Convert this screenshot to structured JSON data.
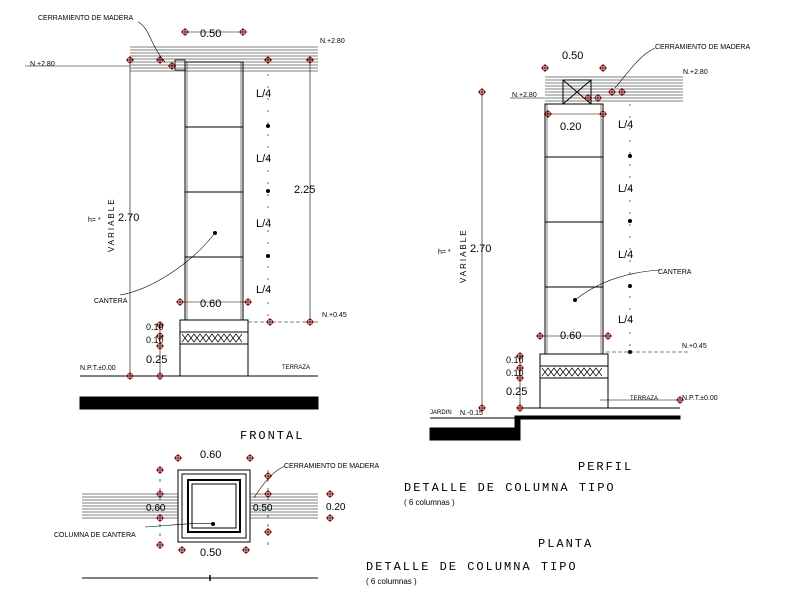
{
  "frontal": {
    "cerramiento_label": "CERRAMIENTO DE MADERA",
    "top_width": "0.50",
    "level_top_right": "N.+2.80",
    "level_top_left": "N.+2.80",
    "segment_label": "L/4",
    "height_225": "2.25",
    "variable_label": "VARIABLE",
    "h_label": "h= *",
    "height_270": "2.70",
    "cantera_label": "CANTERA",
    "base_width": "0.60",
    "level_045": "N.+0.45",
    "dim_010_a": "0.10",
    "dim_010_b": "0.10",
    "dim_025": "0.25",
    "npt_label": "N.P.T.±0.00",
    "terraza_label": "TERRAZA",
    "title": "FRONTAL"
  },
  "perfil": {
    "top_width": "0.50",
    "cerramiento_label": "CERRAMIENTO DE MADERA",
    "level_top_right": "N.+2.80",
    "level_top_left": "N.+2.80",
    "cap_width": "0.20",
    "segment_label": "L/4",
    "variable_label": "VARIABLE",
    "h_label": "h= *",
    "height_270": "2.70",
    "cantera_label": "CANTERA",
    "base_width": "0.60",
    "level_045": "N.+0.45",
    "dim_010_a": "0.10",
    "dim_010_b": "0.10",
    "dim_025": "0.25",
    "jardin_label": "JARDIN",
    "level_jardin": "N.-0.15",
    "terraza_label": "TERRAZA",
    "npt_label": "N.P.T.±0.00",
    "title": "PERFIL",
    "detail_title": "DETALLE DE COLUMNA TIPO",
    "detail_sub": "( 6 columnas )"
  },
  "planta": {
    "top_width": "0.60",
    "cerramiento_label": "CERRAMIENTO DE MADERA",
    "dim_060": "0.60",
    "dim_050_mid": "0.50",
    "dim_020": "0.20",
    "columna_label": "COLUMNA DE CANTERA",
    "bottom_width": "0.50",
    "title": "PLANTA",
    "detail_title": "DETALLE DE COLUMNA TIPO",
    "detail_sub": "( 6 columnas )"
  }
}
